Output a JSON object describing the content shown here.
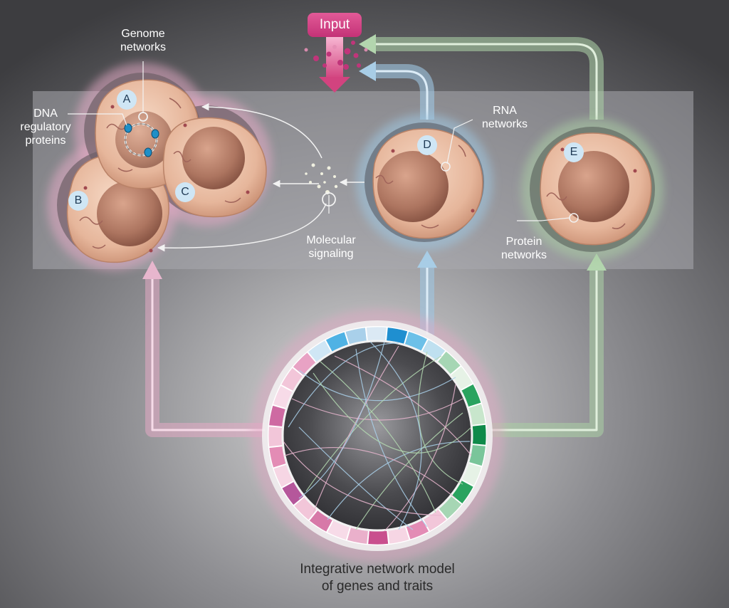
{
  "labels": {
    "input": "Input",
    "genome_networks": [
      "Genome",
      "networks"
    ],
    "dna_regulatory": [
      "DNA",
      "regulatory",
      "proteins"
    ],
    "rna_networks": [
      "RNA",
      "networks"
    ],
    "molecular_signaling": [
      "Molecular",
      "signaling"
    ],
    "protein_networks": [
      "Protein",
      "networks"
    ],
    "model_caption": [
      "Integrative network model",
      "of genes and traits"
    ]
  },
  "cells": [
    {
      "letter": "A"
    },
    {
      "letter": "B"
    },
    {
      "letter": "C"
    },
    {
      "letter": "D"
    },
    {
      "letter": "E"
    }
  ],
  "colors": {
    "background": "#4a4a4e",
    "band": "#9a9aa0",
    "pink_pathway": "#e3a9c5",
    "blue_pathway": "#9fc6e2",
    "green_pathway": "#a9cca4",
    "input_magenta": "#d2437f",
    "cell_body": "#e9c0a6",
    "nucleus": "#b9826d"
  },
  "icons": [
    "input-arrow-icon",
    "genome-ring-icon",
    "molecule-dots-icon",
    "circos-ring-icon"
  ]
}
